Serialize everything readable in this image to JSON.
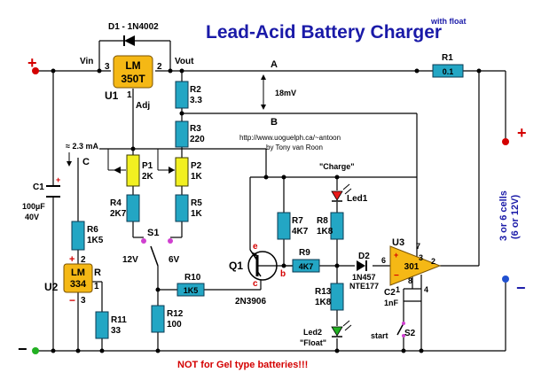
{
  "title": "Lead-Acid Battery Charger",
  "subtitle": "with float",
  "url": "http://www.uoguelph.ca/~antoon",
  "author": "by Tony van Roon",
  "warning": "NOT for Gel type batteries!!!",
  "nodes": {
    "vin": "Vin",
    "vout": "Vout",
    "adj": "Adj",
    "a": "A",
    "b": "B",
    "c": "C",
    "drop": "18mV",
    "current": "≈ 2.3 mA"
  },
  "regulator": {
    "ref": "U1",
    "top": "LM",
    "bottom": "350T",
    "pin_in": "3",
    "pin_out": "2",
    "pin_adj": "1"
  },
  "diode_d1": "D1 - 1N4002",
  "r1": {
    "ref": "R1",
    "value": "0.1"
  },
  "r2": {
    "ref": "R2",
    "value": "3.3"
  },
  "r3": {
    "ref": "R3",
    "value": "220"
  },
  "p1": {
    "ref": "P1",
    "value": "2K"
  },
  "p2": {
    "ref": "P2",
    "value": "1K"
  },
  "r4": {
    "ref": "R4",
    "value": "2K7"
  },
  "r5": {
    "ref": "R5",
    "value": "1K"
  },
  "r6": {
    "ref": "R6",
    "value": "1K5"
  },
  "r7": {
    "ref": "R7",
    "value": "4K7"
  },
  "r8": {
    "ref": "R8",
    "value": "1K8"
  },
  "r9": {
    "ref": "R9",
    "value": "4K7"
  },
  "r10": {
    "ref": "R10",
    "value": "1K5"
  },
  "r11": {
    "ref": "R11",
    "value": "33"
  },
  "r12": {
    "ref": "R12",
    "value": "100"
  },
  "r13": {
    "ref": "R13",
    "value": "1K8"
  },
  "c1": {
    "ref": "C1",
    "value": "100µF",
    "voltage": "40V"
  },
  "c2": {
    "ref": "C2",
    "value": "1nF"
  },
  "u2": {
    "ref": "U2",
    "top": "LM",
    "bottom": "334",
    "r_label": "R",
    "pin1": "1",
    "pin2": "2",
    "pin3": "3"
  },
  "u3": {
    "ref": "U3",
    "label": "301",
    "pins": [
      "2",
      "3",
      "4",
      "6",
      "7",
      "8",
      "1"
    ]
  },
  "s1": {
    "ref": "S1",
    "opt_a": "12V",
    "opt_b": "6V"
  },
  "s2": {
    "ref": "S2",
    "label": "start"
  },
  "q1": {
    "ref": "Q1",
    "part": "2N3906",
    "e": "e",
    "b": "b",
    "c": "c"
  },
  "d2": {
    "ref": "D2",
    "part": "1N457",
    "alt": "NTE177"
  },
  "led1": {
    "ref": "Led1",
    "label": "\"Charge\""
  },
  "led2": {
    "ref": "Led2",
    "label": "\"Float\""
  },
  "battery": {
    "cells": "3 or 6 cells",
    "volts": "(6 or 12V)",
    "plus": "+",
    "minus": "−"
  },
  "input": {
    "plus": "+",
    "minus": "−"
  },
  "colors": {
    "title": "#1a1aa8",
    "red": "#d40000",
    "resistor": "#23a6c4",
    "pot": "#f2f021",
    "chip": "#f5b815",
    "led": "#e81b1b",
    "led2": "#22b022"
  }
}
